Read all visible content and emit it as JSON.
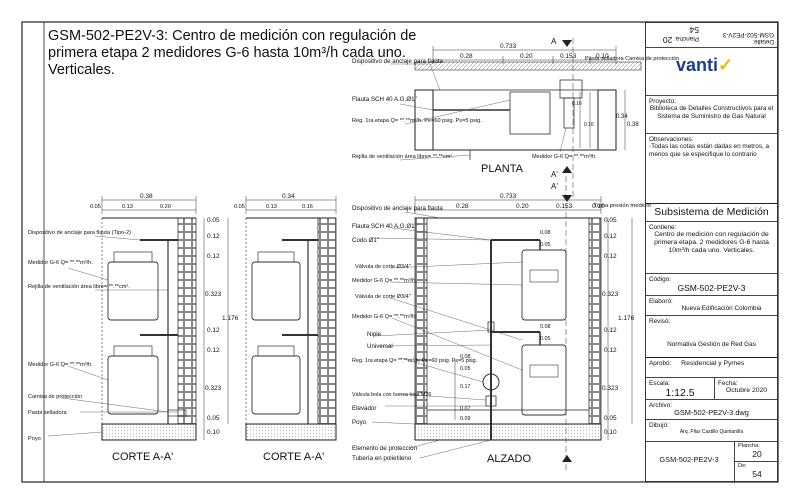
{
  "title": "GSM-502-PE2V-3: Centro de medición con regulación de primera etapa 2 medidores G-6 hasta 10m³/h cada uno. Verticales.",
  "views": {
    "planta": "PLANTA",
    "alzado": "ALZADO",
    "corte1": "CORTE A-A'",
    "corte2": "CORTE A-A'",
    "section_a": "A",
    "section_a2": "A'"
  },
  "labels": {
    "dispositivo_anclaje": "Dispositivo de anclaje para flauta",
    "dispositivo_anclaje_tipo2": "Dispositivo de anclaje para flauta (Tipo-2)",
    "flauta": "Flauta SCH 40 A.G.Ø1\"",
    "reg_planta": "Reg. 1ra.etapa Q= **.**m³/h. Pe=60 psig. Ps=5 psig.",
    "rejilla_planta": "Rejilla de ventilación área libre= **.**cm².",
    "medidor_planta": "Medidor G-6 Q= **.**m³/h.",
    "pasta_camisa": "Pasta selladora Camisa de protección",
    "toma_presion": "Toma presión medidor",
    "codo": "Codo Ø1\"",
    "valvula1": "Válvula de corte Ø3/4\"",
    "medidor_alzado1": "Medidor G-6 Q= **.**m³/h.",
    "valvula2": "Válvula de corte Ø3/4\"",
    "medidor_alzado2": "Medidor G-6 Q= **.**m³/h.",
    "niple": "Niple",
    "universal": "Universal",
    "reg_alzado": "Reg. 1ra.etapa Q= **.**m³/h. Pe=60 psig. Ps=5 psig.",
    "valvula_bola": "Válvula bola con tuerca loca M26",
    "elevador": "Elevador",
    "poyo": "Poyo",
    "elemento_proteccion": "Elemento de protección",
    "tuberia": "Tubería en polietileno",
    "medidor_corte1": "Medidor G-6 Q= **.**m³/h.",
    "rejilla_corte": "Rejilla de ventilación área libre= **.**cm².",
    "medidor_corte2": "Medidor G-6 Q= **.**m³/h.",
    "camisa": "Camisa de protección",
    "pasta": "Pasta selladora",
    "poyo_corte": "Poyo"
  },
  "dims": {
    "planta_total": "0.733",
    "planta_a": "0.28",
    "planta_b": "0.20",
    "planta_c": "0.153",
    "planta_d": "0.10",
    "planta_v1": "0.16",
    "planta_v2": "0.34",
    "planta_v3": "0.38",
    "planta_v4": "0.16",
    "alz_total": "0.733",
    "alz_a": "0.28",
    "alz_b": "0.20",
    "alz_c": "0.153",
    "alz_d": "0.10",
    "c1_total": "0.38",
    "c1_a": "0.05",
    "c1_b": "0.13",
    "c1_c": "0.20",
    "c2_total": "0.34",
    "c2_a": "0.05",
    "c2_b": "0.13",
    "c2_c": "0.16",
    "v005": "0.05",
    "v012a": "0.12",
    "v012b": "0.12",
    "v0323a": "0.323",
    "v012c": "0.12",
    "v012d": "0.12",
    "v0323b": "0.323",
    "v005b": "0.05",
    "v010": "0.10",
    "v1176": "1.176",
    "a005": "0.05",
    "a012a": "0.12",
    "a012b": "0.12",
    "a0323a": "0.323",
    "a012c": "0.12",
    "a012d": "0.12",
    "a0323b": "0.323",
    "a005b": "0.05",
    "a010": "0.10",
    "a1176": "1.176",
    "m008a": "0.08",
    "m005a": "0.05",
    "m008b": "0.08",
    "m005b": "0.05",
    "m008c": "0.08",
    "m005c": "0.05",
    "m017": "0.17",
    "m007": "0.07",
    "m009": "0.09"
  },
  "panel": {
    "brand": "vanti",
    "top_sheet_label": "Plancha:",
    "top_sheet": "20",
    "top_code": "GSM-502-PE2V-3",
    "top_detail_label": "Detalle:",
    "top_detail": "54",
    "proyecto_label": "Proyecto:",
    "proyecto": "Biblioteca de Detalles Constructivos para el Sistema de Suministro de Gas Natural",
    "obs_label": "Observaciones:",
    "obs": "-Todas las cotas están dadas en metros, a menos que se especifique lo contrario",
    "subsistema": "Subsistema de Medición",
    "contiene_label": "Contiene:",
    "contiene": "Centro de medición con regulación de primera etapa. 2 medidores G-6 hasta 10m³/h cada uno. Verticales.",
    "codigo_label": "Código:",
    "codigo": "GSM-502-PE2V-3",
    "elaboro_label": "Elaboró:",
    "elaboro": "Nueva Edificación Colombia",
    "reviso_label": "Revisó:",
    "reviso": "Normativa Gestión de Red Gas",
    "aprobo_label": "Aprobó:",
    "aprobo": "Residencial y Pymes",
    "escala_label": "Escala:",
    "escala": "1:12.5",
    "fecha_label": "Fecha:",
    "fecha": "Octubre 2020",
    "archivo_label": "Archivo:",
    "archivo": "GSM-502-PE2V-3.dwg",
    "dibujo_label": "Dibujó:",
    "dibujo": "Arq. Pilar Castillo Quintanilla",
    "plancha_label": "Plancha:",
    "plancha": "20",
    "de_label": "De:",
    "de": "54",
    "bottom_code": "GSM-502-PE2V-3"
  }
}
